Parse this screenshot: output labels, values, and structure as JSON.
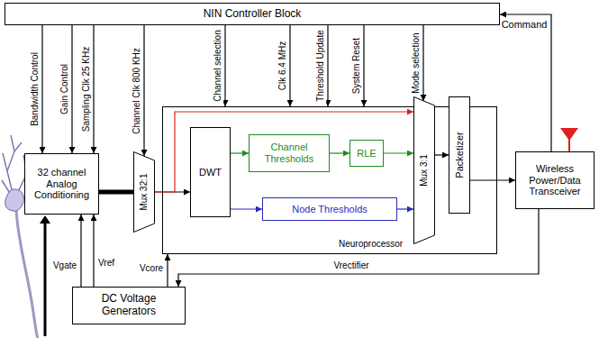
{
  "diagram": {
    "nodes": [
      {
        "text": [
          "NIN Controller Block"
        ]
      },
      {
        "text": [
          "32 channel Analog Conditioning"
        ]
      },
      {
        "text": [
          "Mux 32:1"
        ]
      },
      {
        "text": [
          "Neuroprocessor"
        ]
      },
      {
        "text": [
          "DWT"
        ],
        "in": 3
      },
      {
        "text": [
          "Channel Thresholds"
        ],
        "in": 3
      },
      {
        "text": [
          "RLE"
        ],
        "in": 3
      },
      {
        "text": [
          "Node Thresholds"
        ],
        "in": 3
      },
      {
        "text": [
          "Mux 3:1"
        ],
        "in": 3
      },
      {
        "text": [
          "Packetizer"
        ],
        "in": 3
      },
      {
        "text": [
          "Wireless Power/Data Transceiver"
        ]
      },
      {
        "text": [
          "DC Voltage Generators"
        ]
      }
    ],
    "edges": [
      {
        "from": 0,
        "to": 1,
        "label": "Bandwidth Control",
        "arrow": "to"
      },
      {
        "from": 0,
        "to": 1,
        "label": "Gain Control",
        "arrow": "to"
      },
      {
        "from": 0,
        "to": 1,
        "label": "Sampling Clk 25 KHz",
        "arrow": "to"
      },
      {
        "from": 0,
        "to": 2,
        "label": "Channel Clk 800 KHz",
        "arrow": "to"
      },
      {
        "from": 0,
        "to": 3,
        "label": "Channel selection",
        "arrow": "to"
      },
      {
        "from": 0,
        "to": 3,
        "label": "Clk 6.4 MHz",
        "arrow": "to"
      },
      {
        "from": 0,
        "to": 3,
        "label": "Threshold Update",
        "arrow": "to"
      },
      {
        "from": 0,
        "to": 3,
        "label": "System Reset",
        "arrow": "to"
      },
      {
        "from": 0,
        "to": 8,
        "label": "Mode selection",
        "arrow": "to"
      },
      {
        "from": 1,
        "to": 2,
        "arrow": "none"
      },
      {
        "from": 2,
        "to": 4,
        "arrow": "to"
      },
      {
        "from": 2,
        "to": 8,
        "arrow": "to"
      },
      {
        "from": 4,
        "to": 5,
        "arrow": "to"
      },
      {
        "from": 5,
        "to": 6,
        "arrow": "to"
      },
      {
        "from": 6,
        "to": 8,
        "arrow": "to"
      },
      {
        "from": 4,
        "to": 7,
        "arrow": "to"
      },
      {
        "from": 7,
        "to": 8,
        "arrow": "to"
      },
      {
        "from": 8,
        "to": 9,
        "arrow": "to"
      },
      {
        "from": 9,
        "to": 10,
        "arrow": "to"
      },
      {
        "from": 10,
        "to": 0,
        "label": "Command",
        "arrow": "to"
      },
      {
        "from": 11,
        "to": 1,
        "label": "Vgate",
        "arrow": "to"
      },
      {
        "from": 11,
        "to": 1,
        "label": "Vref",
        "arrow": "to"
      },
      {
        "from": 11,
        "to": 3,
        "label": "Vcore",
        "arrow": "to"
      },
      {
        "from": 10,
        "to": 11,
        "label": "Vrectifier",
        "arrow": "to"
      }
    ]
  }
}
